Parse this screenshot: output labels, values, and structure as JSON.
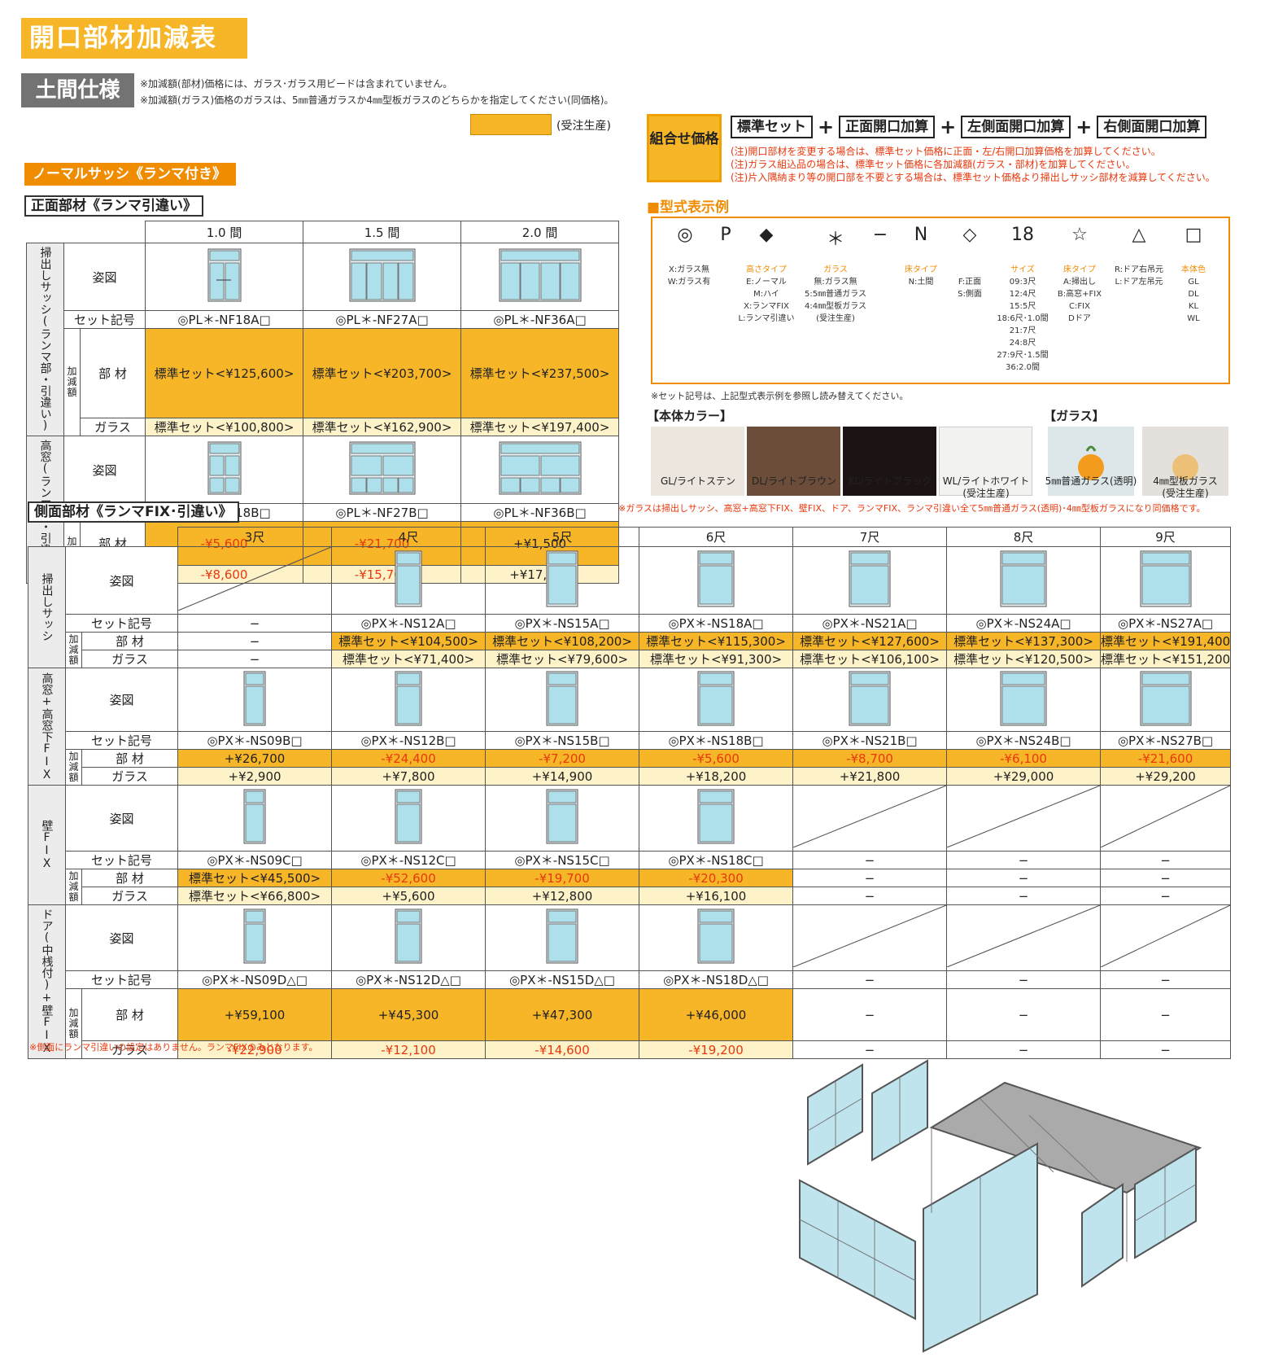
{
  "title": "開口部材加減表",
  "spec": "土間仕様",
  "notes": [
    "※加減額(部材)価格には、ガラス･ガラス用ビードは含まれていません。",
    "※加減額(ガラス)価格のガラスは、5㎜普通ガラスか4㎜型板ガラスのどちらかを指定してください(同価格)。"
  ],
  "order_legend": "(受注生産)",
  "subsection": "ノーマルサッシ《ランマ付き》",
  "front": {
    "title": "正面部材《ランマ引違い》",
    "cols": [
      "1.0 間",
      "1.5 間",
      "2.0 間"
    ],
    "labels": {
      "fig": "姿図",
      "code": "セット記号",
      "kagen": "加減額",
      "buzai": "部 材",
      "glass": "ガラス"
    },
    "groups": [
      {
        "name": "掃出しサッシ(ランマ部・引違い)",
        "codes": [
          "◎PL＊-NF18A□",
          "◎PL＊-NF27A□",
          "◎PL＊-NF36A□"
        ],
        "buzai": [
          "標準セット<¥125,600>",
          "標準セット<¥203,700>",
          "標準セット<¥237,500>"
        ],
        "glass": [
          "標準セット<¥100,800>",
          "標準セット<¥162,900>",
          "標準セット<¥197,400>"
        ]
      },
      {
        "name": "高窓(ランマ部・引違い)",
        "codes": [
          "◎PL＊-NF18B□",
          "◎PL＊-NF27B□",
          "◎PL＊-NF36B□"
        ],
        "buzai": [
          "-¥5,600",
          "-¥21,700",
          "+¥1,500"
        ],
        "glass": [
          "-¥8,600",
          "-¥15,700",
          "+¥17,200"
        ]
      }
    ]
  },
  "combo": {
    "label": "組合せ価格",
    "items": [
      "標準セット",
      "正面開口加算",
      "左側面開口加算",
      "右側面開口加算"
    ],
    "plus": "+",
    "notes": [
      "(注)開口部材を変更する場合は、標準セット価格に正面・左/右開口加算価格を加算してください。",
      "(注)ガラス組込品の場合は、標準セット価格に各加減額(ガラス・部材)を加算してください。",
      "(注)片入隅納まり等の開口部を不要とする場合は、標準セット価格より掃出しサッシ部材を減算してください。"
    ]
  },
  "model": {
    "title": "■型式表示例",
    "symbols": [
      "◎",
      "P",
      "◆",
      "＊",
      "−",
      "N",
      "◇",
      "18",
      "☆",
      "△",
      "□"
    ],
    "cat": {
      "c2": "高さタイプ",
      "c3": "ガラス",
      "c5": "床タイプ",
      "c7": "サイズ",
      "c8": "床タイプ",
      "c10": "本体色"
    },
    "d0": [
      "X:ガラス無",
      "W:ガラス有"
    ],
    "d2": [
      "E:ノーマル",
      "M:ハイ",
      "X:ランマFIX",
      "L:ランマ引違い"
    ],
    "d3": [
      "無:ガラス無",
      "5:5㎜普通ガラス",
      "4:4㎜型板ガラス",
      "(受注生産)"
    ],
    "d5": [
      "N:土間"
    ],
    "d6": [
      "F:正面",
      "S:側面"
    ],
    "d7": [
      "09:3尺",
      "12:4尺",
      "15:5尺",
      "18:6尺･1.0間",
      "21:7尺",
      "24:8尺",
      "27:9尺･1.5間",
      "36:2.0間"
    ],
    "d8": [
      "A:掃出し",
      "B:高窓+FIX",
      "C:FIX",
      "Dドア"
    ],
    "d9": [
      "R:ドア右吊元",
      "L:ドア左吊元"
    ],
    "d10": [
      "GL",
      "DL",
      "KL",
      "WL"
    ],
    "note": "※セット記号は、上記型式表示例を参照し読み替えてください。"
  },
  "colors": {
    "title": "【本体カラー】",
    "items": [
      {
        "label": "GL/ライトステン",
        "color": "#ece6df"
      },
      {
        "label": "DL/ライトブラウン",
        "color": "#6b4d3a"
      },
      {
        "label": "KL/ライトブラック",
        "color": "#1c1414"
      },
      {
        "label": "WL/ライトホワイト",
        "sub": "(受注生産)",
        "color": "#f2f2f0"
      }
    ]
  },
  "glass": {
    "title": "【ガラス】",
    "items": [
      {
        "label": "5㎜普通ガラス(透明)"
      },
      {
        "label": "4㎜型板ガラス",
        "sub": "(受注生産)"
      }
    ]
  },
  "glass_note": "※ガラスは掃出しサッシ、高窓+高窓下FIX、壁FIX、ドア、ランマFIX、ランマ引違い全て5㎜普通ガラス(透明)･4㎜型板ガラスになり同価格です。",
  "side": {
    "title": "側面部材《ランマFIX･引違い》",
    "cols": [
      "3尺",
      "4尺",
      "5尺",
      "6尺",
      "7尺",
      "8尺",
      "9尺"
    ],
    "groups": [
      {
        "name": "掃出しサッシ",
        "codes": [
          "−",
          "◎PX＊-NS12A□",
          "◎PX＊-NS15A□",
          "◎PX＊-NS18A□",
          "◎PX＊-NS21A□",
          "◎PX＊-NS24A□",
          "◎PX＊-NS27A□"
        ],
        "buzai": [
          "−",
          "標準セット<¥104,500>",
          "標準セット<¥108,200>",
          "標準セット<¥115,300>",
          "標準セット<¥127,600>",
          "標準セット<¥137,300>",
          "標準セット<¥191,400>"
        ],
        "glass": [
          "−",
          "標準セット<¥71,400>",
          "標準セット<¥79,600>",
          "標準セット<¥91,300>",
          "標準セット<¥106,100>",
          "標準セット<¥120,500>",
          "標準セット<¥151,200>"
        ]
      },
      {
        "name": "高窓+高窓下FIX",
        "codes": [
          "◎PX＊-NS09B□",
          "◎PX＊-NS12B□",
          "◎PX＊-NS15B□",
          "◎PX＊-NS18B□",
          "◎PX＊-NS21B□",
          "◎PX＊-NS24B□",
          "◎PX＊-NS27B□"
        ],
        "buzai": [
          "+¥26,700",
          "-¥24,400",
          "-¥7,200",
          "-¥5,600",
          "-¥8,700",
          "-¥6,100",
          "-¥21,600"
        ],
        "glass": [
          "+¥2,900",
          "+¥7,800",
          "+¥14,900",
          "+¥18,200",
          "+¥21,800",
          "+¥29,000",
          "+¥29,200"
        ]
      },
      {
        "name": "壁FIX",
        "codes": [
          "◎PX＊-NS09C□",
          "◎PX＊-NS12C□",
          "◎PX＊-NS15C□",
          "◎PX＊-NS18C□",
          "−",
          "−",
          "−"
        ],
        "buzai": [
          "標準セット<¥45,500>",
          "-¥52,600",
          "-¥19,700",
          "-¥20,300",
          "−",
          "−",
          "−"
        ],
        "glass": [
          "標準セット<¥66,800>",
          "+¥5,600",
          "+¥12,800",
          "+¥16,100",
          "−",
          "−",
          "−"
        ]
      },
      {
        "name": "ドア(中桟付)+壁FIX",
        "codes": [
          "◎PX＊-NS09D△□",
          "◎PX＊-NS12D△□",
          "◎PX＊-NS15D△□",
          "◎PX＊-NS18D△□",
          "−",
          "−",
          "−"
        ],
        "buzai": [
          "+¥59,100",
          "+¥45,300",
          "+¥47,300",
          "+¥46,000",
          "−",
          "−",
          "−"
        ],
        "glass": [
          "-¥22,900",
          "-¥12,100",
          "-¥14,600",
          "-¥19,200",
          "−",
          "−",
          "−"
        ]
      }
    ],
    "note": "※側面にランマ引違いの設定はありません。ランマFIXのみとなります。"
  }
}
